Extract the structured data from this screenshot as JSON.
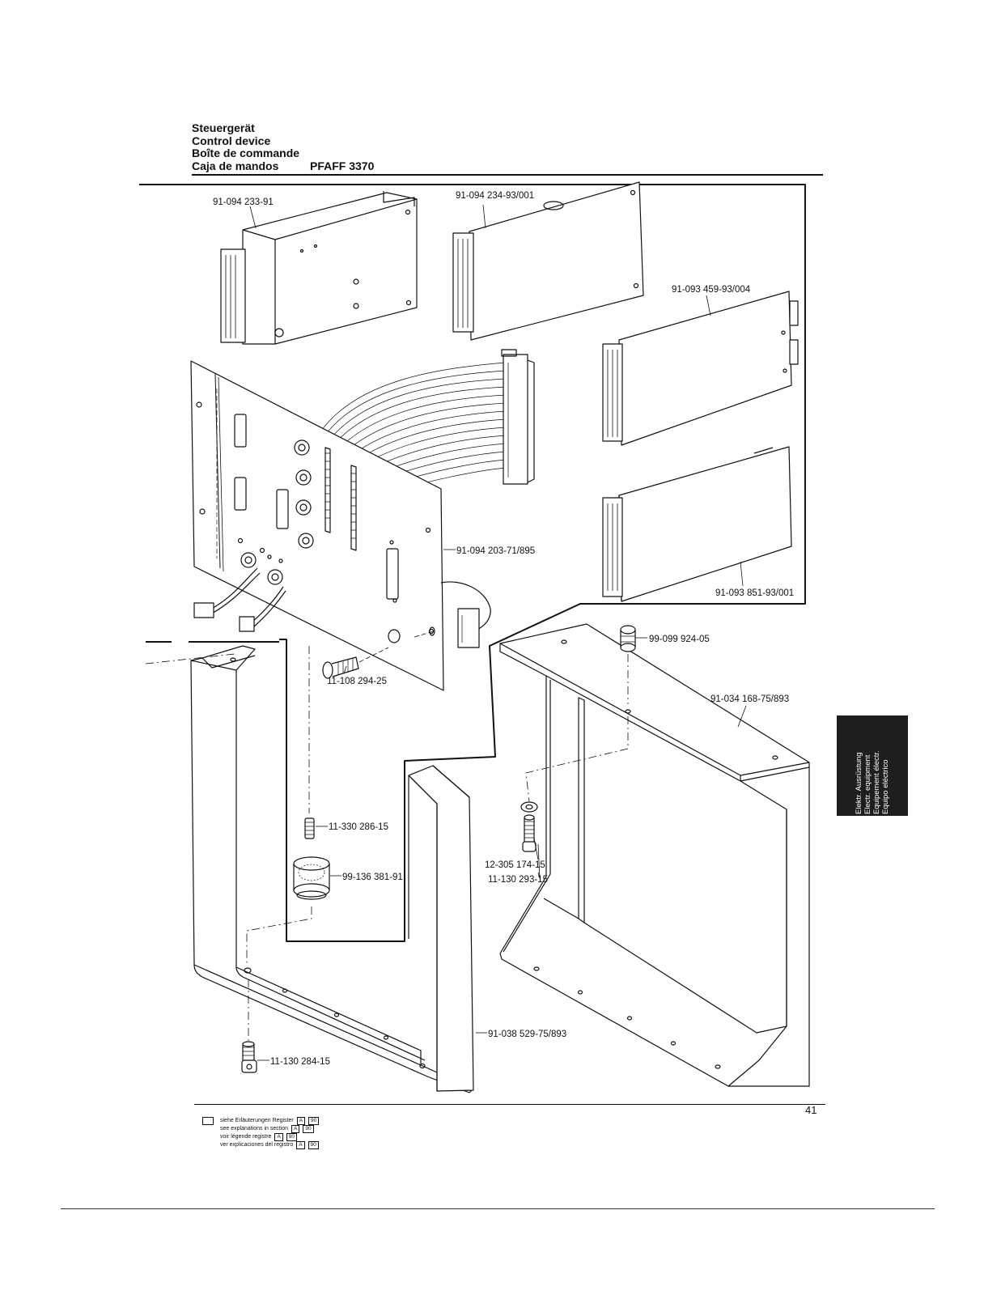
{
  "header": {
    "titles": [
      "Steuergerät",
      "Control device",
      "Boîte de commande",
      "Caja de mandos"
    ],
    "model": "PFAFF 3370"
  },
  "parts": [
    {
      "id": "board_a",
      "number": "91-094 233-91"
    },
    {
      "id": "board_b",
      "number": "91-094 234-93/001"
    },
    {
      "id": "board_c",
      "number": "91-093 459-93/004"
    },
    {
      "id": "main_panel",
      "number": "91-094 203-71/895"
    },
    {
      "id": "board_d",
      "number": "91-093 851-93/001"
    },
    {
      "id": "grommet",
      "number": "99-099 924-05"
    },
    {
      "id": "screw_panel",
      "number": "11-108 294-25"
    },
    {
      "id": "housing_right",
      "number": "91-034 168-75/893"
    },
    {
      "id": "stud",
      "number": "11-330 286-15"
    },
    {
      "id": "damper",
      "number": "99-136 381-91"
    },
    {
      "id": "washer",
      "number": "12-305 174-15"
    },
    {
      "id": "screw_right",
      "number": "11-130 293-15"
    },
    {
      "id": "frame_left",
      "number": "91-038 529-75/893"
    },
    {
      "id": "screw_bottom",
      "number": "11-130 284-15"
    }
  ],
  "side_tab": [
    "Elektr. Ausrüstung",
    "Electr. equipment",
    "Equipement électr.",
    "Equipo eléctrico"
  ],
  "page_number": "41",
  "legend": {
    "lines": [
      "siehe Erläuterungen Register",
      "see explanations in section",
      "voir légende registre",
      "ver explicaciones del registro"
    ],
    "ref_a": "A",
    "ref_b": "90"
  },
  "colors": {
    "ink": "#111111",
    "tab_background": "#1e1e1e"
  }
}
